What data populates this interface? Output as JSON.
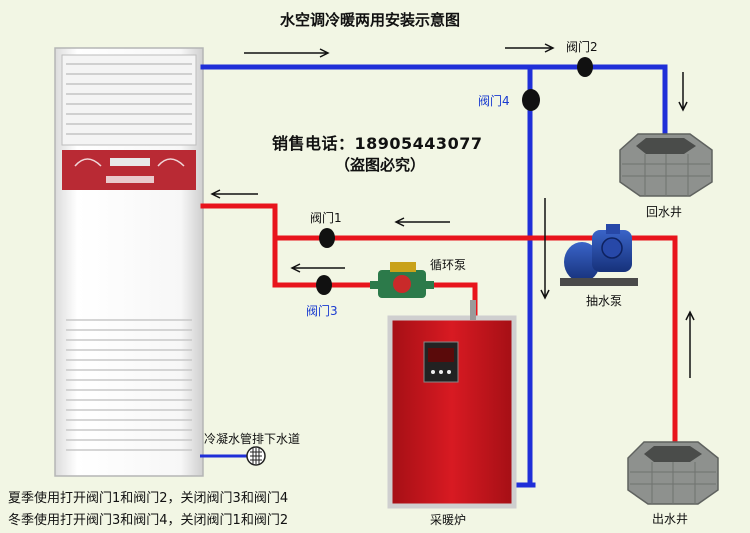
{
  "title": "水空调冷暖两用安装示意图",
  "phone": "销售电话：18905443077",
  "copyright": "（盗图必究）",
  "labels": {
    "valve1": "阀门1",
    "valve2": "阀门2",
    "valve3": "阀门3",
    "valve4": "阀门4",
    "circulation_pump": "循环泵",
    "water_pump": "抽水泵",
    "return_well": "回水井",
    "outlet_well": "出水井",
    "heater": "采暖炉",
    "drain": "冷凝水管排下水道"
  },
  "notes": {
    "summer": "夏季使用打开阀门1和阀门2，关闭阀门3和阀门4",
    "winter": "冬季使用打开阀门3和阀门4，关闭阀门1和阀门2"
  },
  "colors": {
    "hot_pipe": "#e8141c",
    "cold_pipe": "#1f2fd8",
    "drain_pipe": "#1f2fd8",
    "heater_body": "#c8161e",
    "valve": "#111111",
    "arrow": "#111111"
  }
}
